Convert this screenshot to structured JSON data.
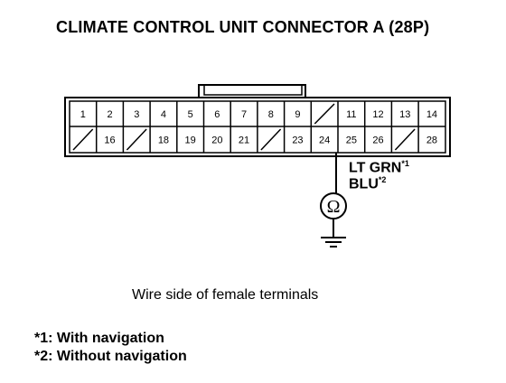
{
  "title": "CLIMATE CONTROL UNIT CONNECTOR A (28P)",
  "connector": {
    "top_row": [
      "1",
      "2",
      "3",
      "4",
      "5",
      "6",
      "7",
      "8",
      "9",
      "",
      "11",
      "12",
      "13",
      "14"
    ],
    "bottom_row": [
      "",
      "16",
      "",
      "18",
      "19",
      "20",
      "21",
      "",
      "23",
      "24",
      "25",
      "26",
      "",
      "28"
    ]
  },
  "wire_colors": {
    "primary": "LT GRN",
    "primary_mark": "*1",
    "secondary": "BLU",
    "secondary_mark": "*2"
  },
  "meter_symbol": "Ω",
  "caption": "Wire side of female terminals",
  "notes": [
    {
      "mark": "*1:",
      "text": "With navigation"
    },
    {
      "mark": "*2:",
      "text": "Without navigation"
    }
  ]
}
